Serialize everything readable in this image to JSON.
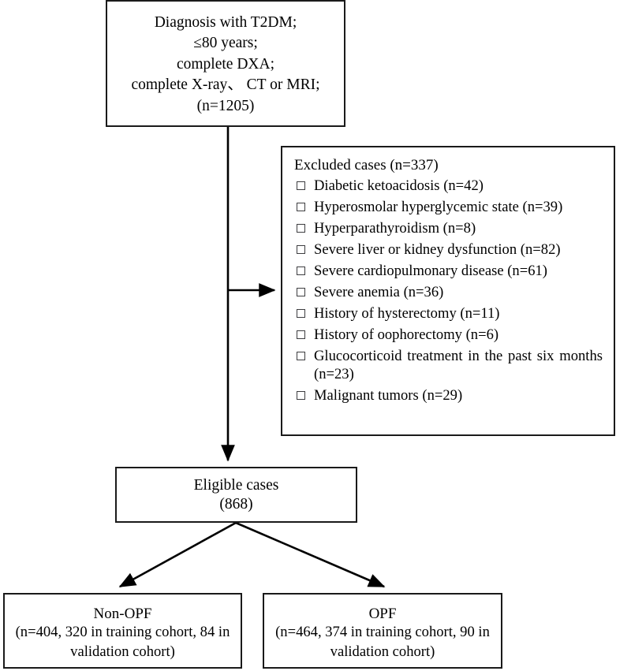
{
  "figure": {
    "type": "flowchart",
    "title": "Study participant selection flow diagram"
  },
  "inclusion": {
    "lines": [
      "Diagnosis with T2DM;",
      "≤80 years;",
      "complete DXA;",
      "complete X-ray、 CT or MRI;",
      "(n=1205)"
    ]
  },
  "exclusion": {
    "title": "Excluded cases (n=337)",
    "items": [
      "Diabetic ketoacidosis (n=42)",
      "Hyperosmolar hyperglycemic state (n=39)",
      "Hyperparathyroidism (n=8)",
      "Severe liver or kidney dysfunction (n=82)",
      "Severe  cardiopulmonary disease (n=61)",
      "Severe anemia (n=36)",
      "History of hysterectomy (n=11)",
      "History of oophorectomy (n=6)",
      "Glucocorticoid treatment in the past six months (n=23)",
      "Malignant tumors (n=29)"
    ]
  },
  "eligible": {
    "title": "Eligible cases",
    "count": "(868)"
  },
  "groups": [
    {
      "name": "Non-OPF",
      "detail": "(n=404, 320 in training cohort, 84 in validation cohort)"
    },
    {
      "name": "OPF",
      "detail": "(n=464, 374 in training cohort, 90 in validation cohort)"
    }
  ],
  "colors": {
    "border": "#1a1a1a",
    "checkbox_border": "#3d3d40",
    "connector": "#000000",
    "background": "#ffffff",
    "text": "#000000"
  }
}
